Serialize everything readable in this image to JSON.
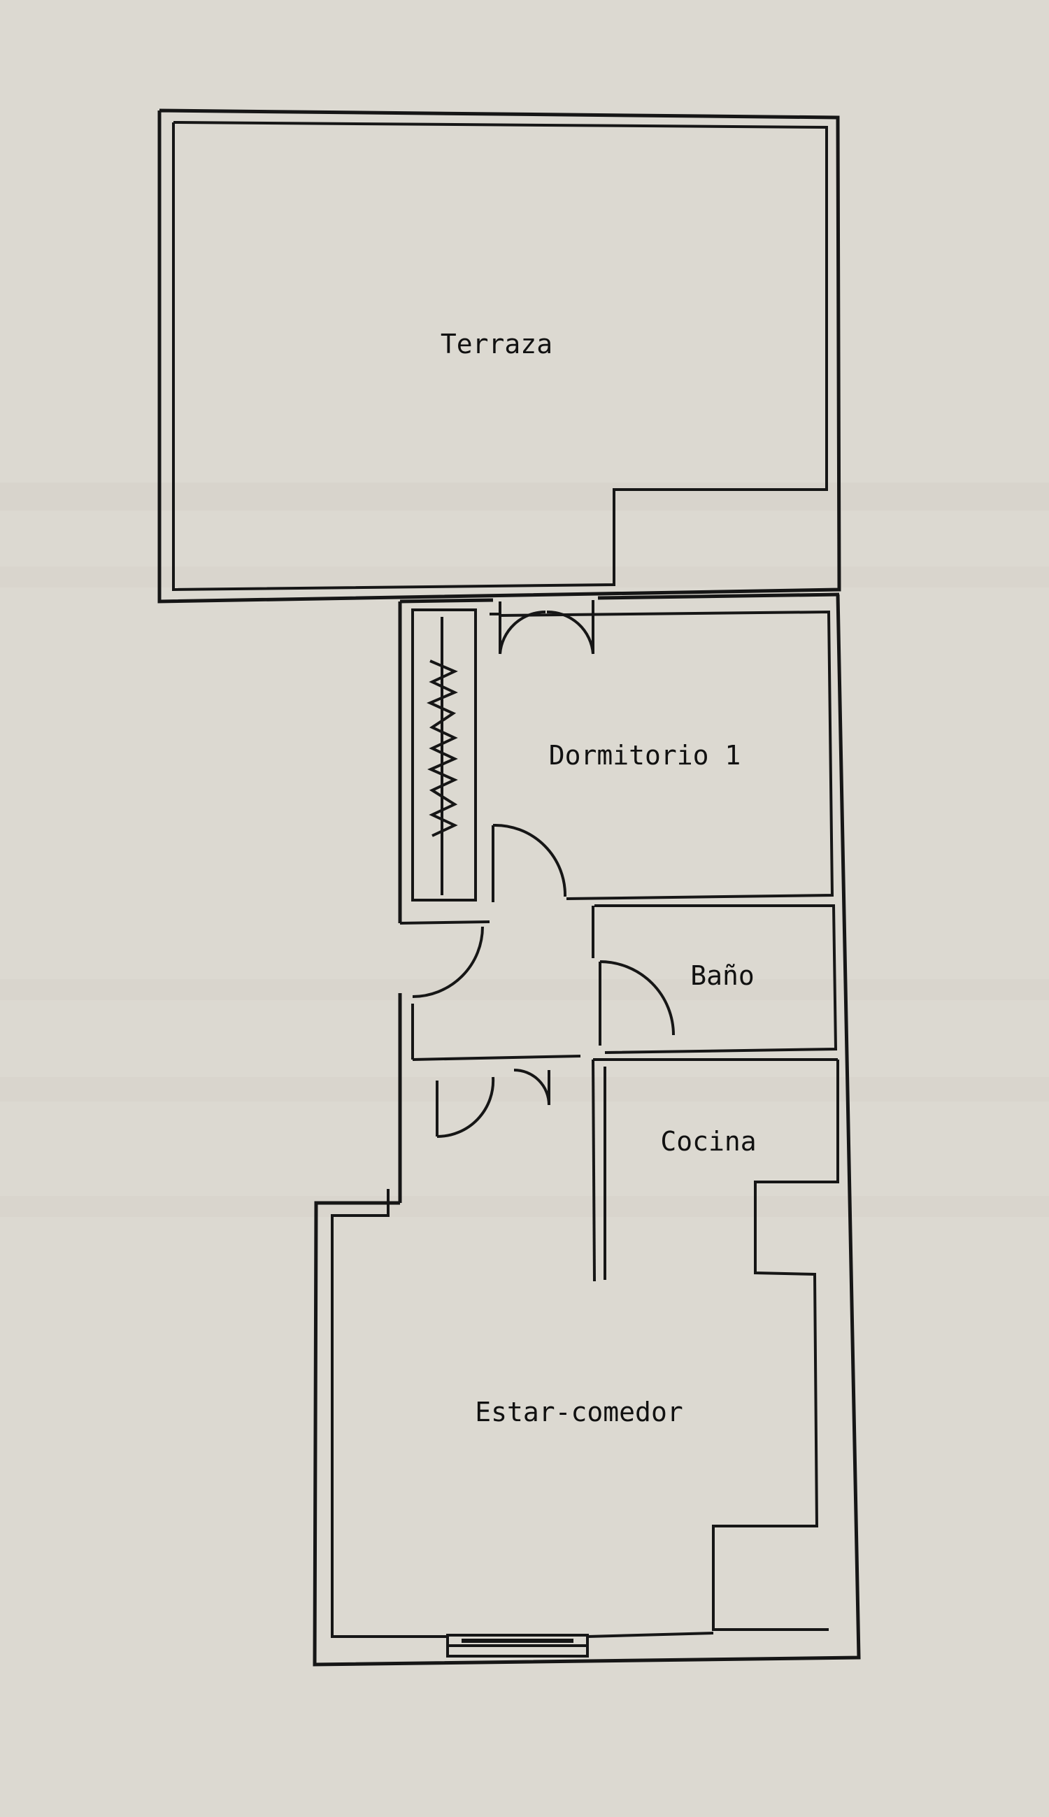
{
  "plan": {
    "rooms": {
      "terraza": "Terraza",
      "dormitorio": "Dormitorio 1",
      "bano": "Baño",
      "cocina": "Cocina",
      "estar": "Estar-comedor"
    }
  },
  "colors": {
    "paper": "#dcd9d1",
    "ink": "#161616"
  }
}
